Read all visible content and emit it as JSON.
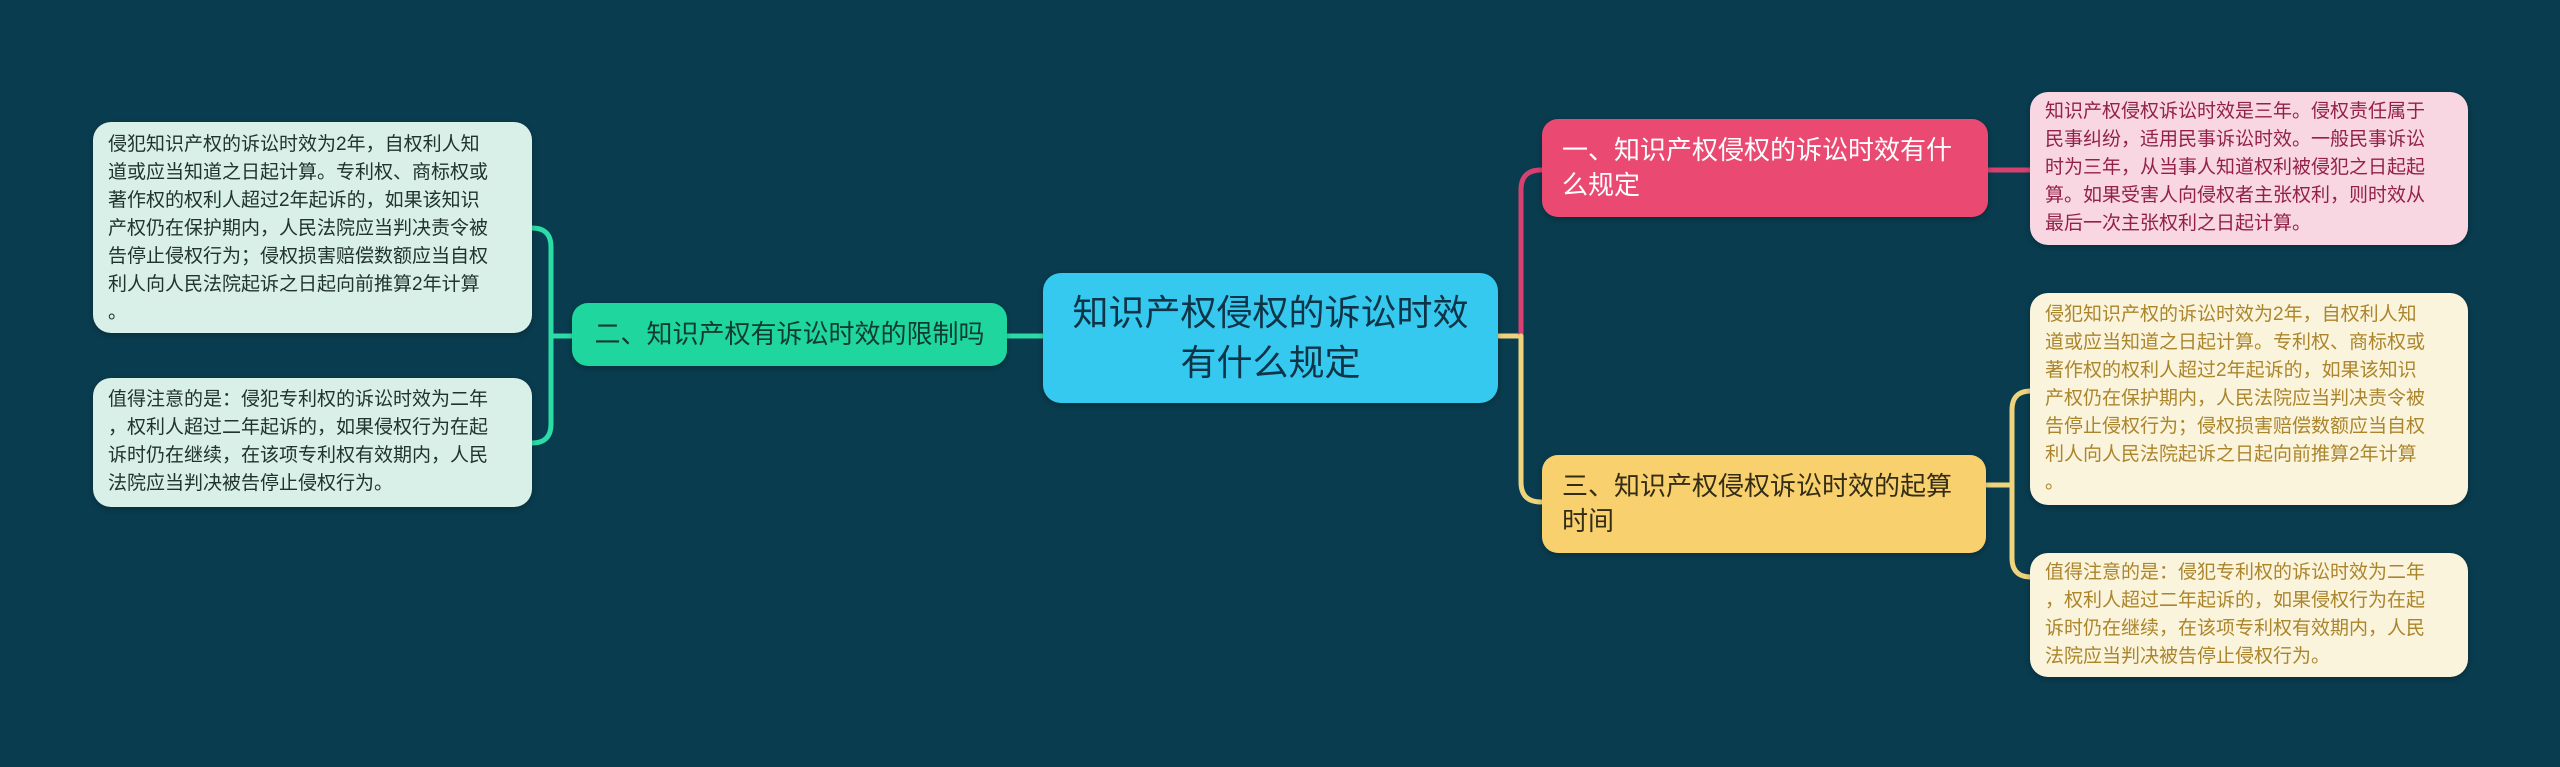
{
  "colors": {
    "background": "#093c4e",
    "teal_connector": "#2cdca7",
    "pink_connector": "#d84070",
    "yellow_connector": "#f0d47d",
    "mint_bg": "#d8f0e7",
    "mint_text": "#20332c",
    "green_bg": "#1ed69e",
    "green_text": "#123b30",
    "blue_bg": "#35c9f0",
    "blue_text": "#0f3448",
    "pink_bg": "#ea4a71",
    "pink_text": "#ffffff",
    "pink_detail_bg": "#f8d6e2",
    "pink_detail_text": "#932147",
    "yellow_bg": "#f8d06d",
    "yellow_text": "#332d16",
    "cream_bg": "#fbf4dc",
    "cream_text": "#ab852c"
  },
  "root": {
    "label": "知识产权侵权的诉讼时效\n有什么规定"
  },
  "branch1": {
    "label": "一、知识产权侵权的诉讼时效有什\n么规定",
    "detail": "知识产权侵权诉讼时效是三年。侵权责任属于\n民事纠纷，适用民事诉讼时效。一般民事诉讼\n时为三年，从当事人知道权利被侵犯之日起起\n算。如果受害人向侵权者主张权利，则时效从\n最后一次主张权利之日起计算。"
  },
  "branch2": {
    "label": "二、知识产权有诉讼时效的限制吗",
    "detail1": "侵犯知识产权的诉讼时效为2年，自权利人知\n道或应当知道之日起计算。专利权、商标权或\n著作权的权利人超过2年起诉的，如果该知识\n产权仍在保护期内，人民法院应当判决责令被\n告停止侵权行为；侵权损害赔偿数额应当自权\n利人向人民法院起诉之日起向前推算2年计算\n。",
    "detail2": "值得注意的是：侵犯专利权的诉讼时效为二年\n，权利人超过二年起诉的，如果侵权行为在起\n诉时仍在继续，在该项专利权有效期内，人民\n法院应当判决被告停止侵权行为。"
  },
  "branch3": {
    "label": "三、知识产权侵权诉讼时效的起算\n时间",
    "detail1": "侵犯知识产权的诉讼时效为2年，自权利人知\n道或应当知道之日起计算。专利权、商标权或\n著作权的权利人超过2年起诉的，如果该知识\n产权仍在保护期内，人民法院应当判决责令被\n告停止侵权行为；侵权损害赔偿数额应当自权\n利人向人民法院起诉之日起向前推算2年计算\n。",
    "detail2": "值得注意的是：侵犯专利权的诉讼时效为二年\n，权利人超过二年起诉的，如果侵权行为在起\n诉时仍在继续，在该项专利权有效期内，人民\n法院应当判决被告停止侵权行为。"
  }
}
